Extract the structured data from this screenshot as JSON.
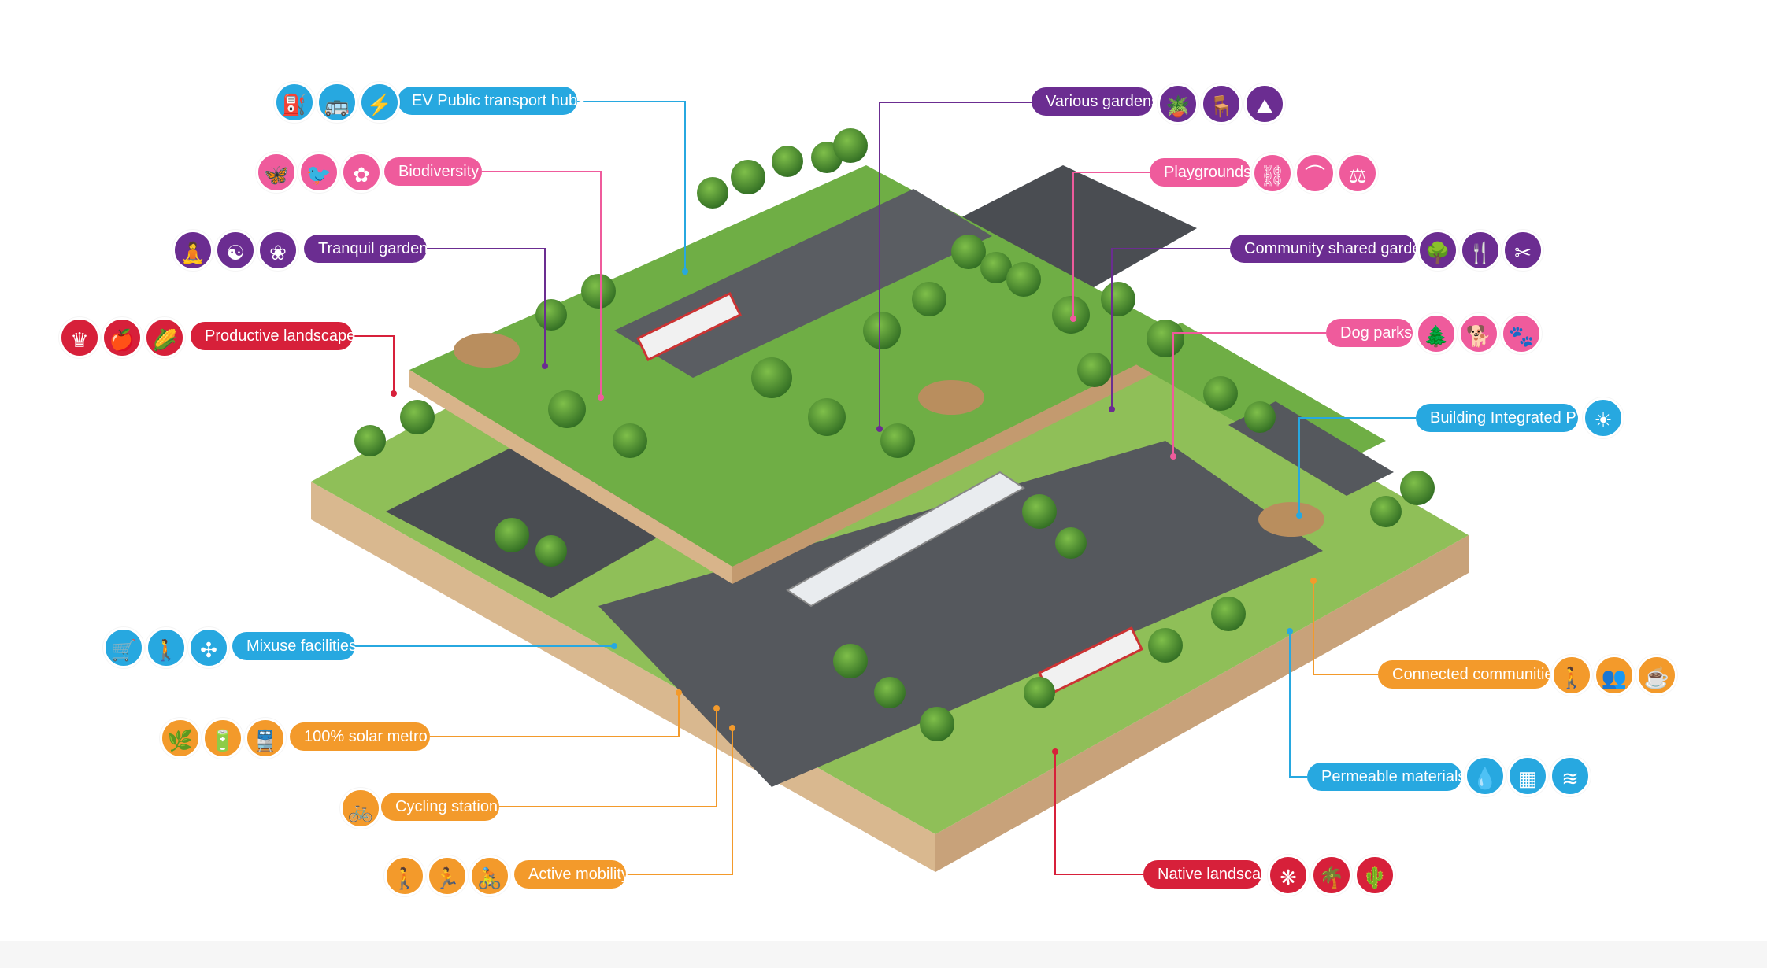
{
  "colors": {
    "blue": "#27a8e0",
    "pink": "#ef5b9c",
    "purple": "#6b2d91",
    "red": "#d7203a",
    "orange": "#f39a2b"
  },
  "callouts": [
    {
      "id": "ev-public-transport-hubs",
      "text": "EV Public transport hubs",
      "color": "blue",
      "icons": [
        "ev-charger-icon",
        "electric-bus-icon",
        "eco-plug-icon"
      ]
    },
    {
      "id": "biodiversity",
      "text": "Biodiversity",
      "color": "pink",
      "icons": [
        "butterfly-icon",
        "bird-icon",
        "flowers-icon"
      ]
    },
    {
      "id": "tranquil-garden",
      "text": "Tranquil garden",
      "color": "purple",
      "icons": [
        "yoga-person-icon",
        "meditation-icon",
        "lotus-icon"
      ]
    },
    {
      "id": "productive-landscape",
      "text": "Productive landscape",
      "color": "red",
      "icons": [
        "crops-icon",
        "fruit-icon",
        "harvest-icon"
      ]
    },
    {
      "id": "mixuse-facilities",
      "text": "Mixuse facilities",
      "color": "blue",
      "icons": [
        "shop-icon",
        "pedestrian-icon",
        "network-icon"
      ]
    },
    {
      "id": "solar-metro",
      "text": "100% solar metro",
      "color": "orange",
      "icons": [
        "solar-leaf-icon",
        "battery-charger-icon",
        "solar-train-icon"
      ]
    },
    {
      "id": "cycling-station",
      "text": "Cycling station",
      "color": "orange",
      "icons": [
        "bicycle-icon"
      ]
    },
    {
      "id": "active-mobility",
      "text": "Active mobility",
      "color": "orange",
      "icons": [
        "walking-icon",
        "running-icon",
        "cyclist-icon"
      ]
    },
    {
      "id": "various-gardens",
      "text": "Various gardens",
      "color": "purple",
      "icons": [
        "potted-plant-icon",
        "garden-bench-icon",
        "landscape-icon"
      ]
    },
    {
      "id": "playgrounds",
      "text": "Playgrounds",
      "color": "pink",
      "icons": [
        "swing-icon",
        "slide-icon",
        "seesaw-icon"
      ]
    },
    {
      "id": "community-shared-garden",
      "text": "Community shared garden",
      "color": "purple",
      "icons": [
        "tree-icon",
        "picnic-icon",
        "gardening-icon"
      ]
    },
    {
      "id": "dog-parks",
      "text": "Dog parks",
      "color": "pink",
      "icons": [
        "dog-tree-icon",
        "dog-icon",
        "dog-jump-icon"
      ]
    },
    {
      "id": "building-integrated-pv",
      "text": "Building Integrated PV",
      "color": "blue",
      "icons": [
        "solar-panel-icon"
      ]
    },
    {
      "id": "connected-communities",
      "text": "Connected communities",
      "color": "orange",
      "icons": [
        "walking-person-icon",
        "people-group-icon",
        "meeting-icon"
      ]
    },
    {
      "id": "permeable-materials",
      "text": "Permeable materials",
      "color": "blue",
      "icons": [
        "water-drop-icon",
        "porous-surface-icon",
        "water-flow-icon"
      ]
    },
    {
      "id": "native-landscape",
      "text": "Native landscape",
      "color": "red",
      "icons": [
        "native-shrub-icon",
        "desert-tree-icon",
        "cactus-icon"
      ]
    }
  ]
}
